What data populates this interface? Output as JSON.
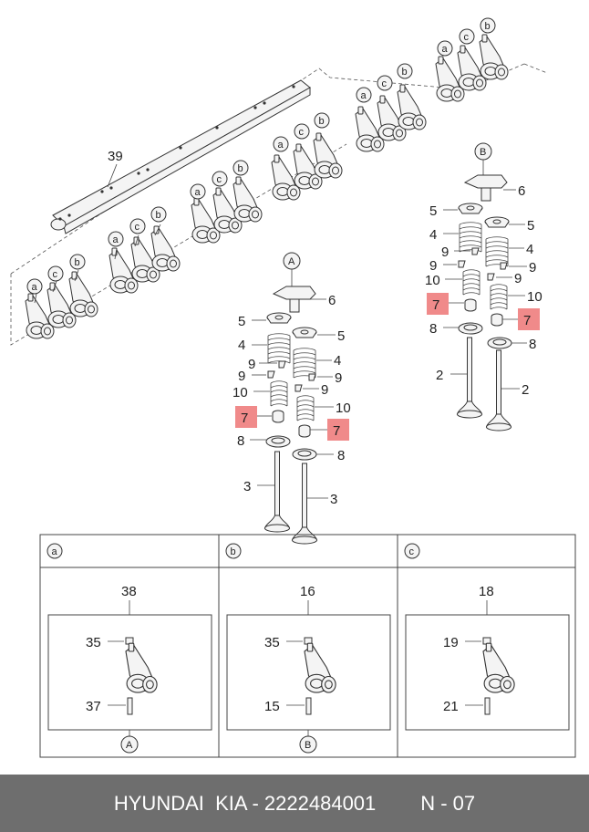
{
  "labels": {
    "shaft": "39",
    "a": "a",
    "b": "b",
    "c": "c",
    "A": "A",
    "B": "B",
    "cap": "6",
    "retainer": "5",
    "spring": "4",
    "key": "9",
    "inner_spring": "10",
    "seal": "7",
    "seat": "8",
    "exhaust_valve": "3",
    "intake_valve": "2"
  },
  "table": {
    "headers": [
      "a",
      "b",
      "c"
    ],
    "cells": [
      {
        "top": "38",
        "nut": "35",
        "screw": "37",
        "ref": "A"
      },
      {
        "top": "16",
        "nut": "35",
        "screw": "15",
        "ref": "B"
      },
      {
        "top": "18",
        "nut": "19",
        "screw": "21",
        "ref": ""
      }
    ]
  },
  "footer": {
    "brand": "HYUNDAI  KIA - ",
    "part_number": "2222484001",
    "page": "N - 07"
  },
  "colors": {
    "highlight": "#f08a8a",
    "footer_bg": "#6e6e6e"
  }
}
